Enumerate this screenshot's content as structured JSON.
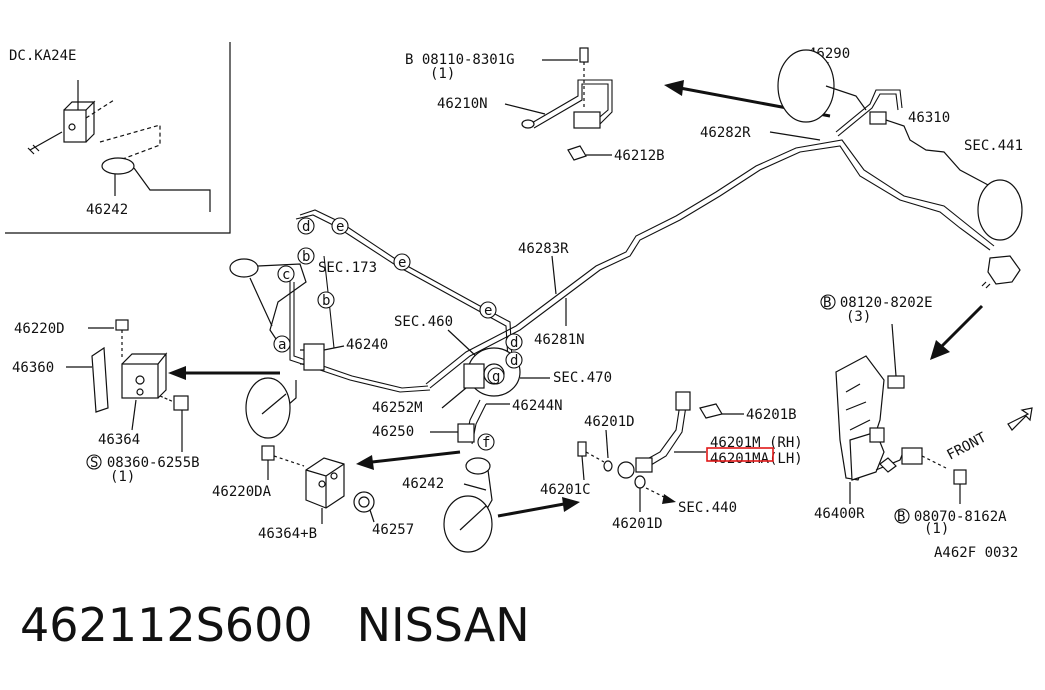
{
  "inset": {
    "title": "DC.KA24E",
    "part": "46242"
  },
  "labels": {
    "b08110": "B 08110-8301G",
    "b08110_qty": "(1)",
    "p46210N": "46210N",
    "p46212B": "46212B",
    "p46290": "46290",
    "p46310": "46310",
    "p46282R": "46282R",
    "sec441": "SEC.441",
    "sec173": "SEC.173",
    "p46283R": "46283R",
    "sec460": "SEC.460",
    "p46281N": "46281N",
    "p46240": "46240",
    "p46220D": "46220D",
    "p46360": "46360",
    "p46364": "46364",
    "s08360": "S 08360-6255B",
    "s08360_qty": "(1)",
    "sec470": "SEC.470",
    "p46252M": "46252M",
    "p46244N": "46244N",
    "p46250": "46250",
    "p46220DA": "46220DA",
    "p46364B": "46364+B",
    "p46257": "46257",
    "p46242": "46242",
    "p46201D_top": "46201D",
    "p46201C": "46201C",
    "p46201D_bot": "46201D",
    "sec440": "SEC.440",
    "p46201B": "46201B",
    "p46201M": "46201M (RH)",
    "p46201MA": "46201MA(LH)",
    "b08120": "B 08120-8202E",
    "b08120_qty": "(3)",
    "front": "FRONT",
    "p46400R": "46400R",
    "b08070": "B 08070-8162A",
    "b08070_qty": "(1)",
    "figure_code": "A462F 0032"
  },
  "callouts": [
    "a",
    "b",
    "c",
    "d",
    "e",
    "f",
    "g"
  ],
  "caption": {
    "part_number": "462112S600",
    "brand": "NISSAN"
  },
  "highlight_color": "#e01818"
}
